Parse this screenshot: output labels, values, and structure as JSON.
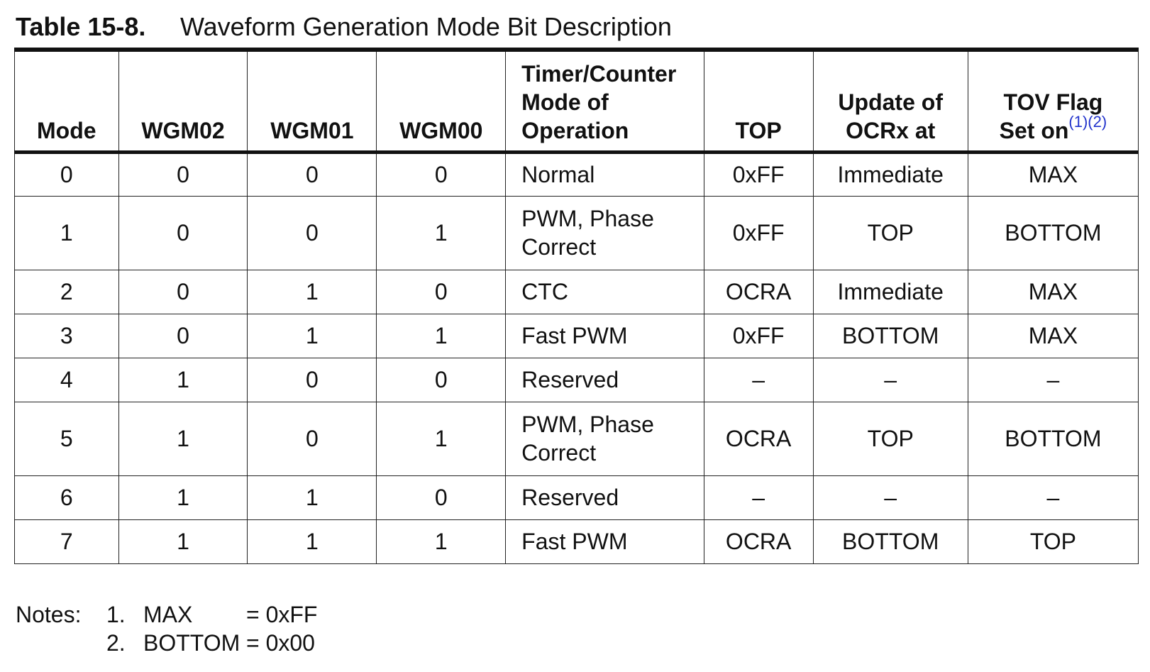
{
  "title": {
    "number": "Table 15-8.",
    "text": "Waveform Generation Mode Bit Description"
  },
  "table": {
    "headers": {
      "mode": "Mode",
      "wgm02": "WGM02",
      "wgm01": "WGM01",
      "wgm00": "WGM00",
      "operation": [
        "Timer/Counter",
        "Mode of",
        "Operation"
      ],
      "top": "TOP",
      "update": [
        "Update of",
        "OCRx at"
      ],
      "tov": [
        "TOV Flag",
        "Set on"
      ],
      "tov_refs": "(1)(2)"
    },
    "rows": [
      {
        "mode": "0",
        "wgm02": "0",
        "wgm01": "0",
        "wgm00": "0",
        "operation": [
          "Normal"
        ],
        "top": "0xFF",
        "update": "Immediate",
        "tov": "MAX"
      },
      {
        "mode": "1",
        "wgm02": "0",
        "wgm01": "0",
        "wgm00": "1",
        "operation": [
          "PWM, Phase",
          "Correct"
        ],
        "top": "0xFF",
        "update": "TOP",
        "tov": "BOTTOM"
      },
      {
        "mode": "2",
        "wgm02": "0",
        "wgm01": "1",
        "wgm00": "0",
        "operation": [
          "CTC"
        ],
        "top": "OCRA",
        "update": "Immediate",
        "tov": "MAX"
      },
      {
        "mode": "3",
        "wgm02": "0",
        "wgm01": "1",
        "wgm00": "1",
        "operation": [
          "Fast PWM"
        ],
        "top": "0xFF",
        "update": "BOTTOM",
        "tov": "MAX"
      },
      {
        "mode": "4",
        "wgm02": "1",
        "wgm01": "0",
        "wgm00": "0",
        "operation": [
          "Reserved"
        ],
        "top": "–",
        "update": "–",
        "tov": "–"
      },
      {
        "mode": "5",
        "wgm02": "1",
        "wgm01": "0",
        "wgm00": "1",
        "operation": [
          "PWM, Phase",
          "Correct"
        ],
        "top": "OCRA",
        "update": "TOP",
        "tov": "BOTTOM"
      },
      {
        "mode": "6",
        "wgm02": "1",
        "wgm01": "1",
        "wgm00": "0",
        "operation": [
          "Reserved"
        ],
        "top": "–",
        "update": "–",
        "tov": "–"
      },
      {
        "mode": "7",
        "wgm02": "1",
        "wgm01": "1",
        "wgm00": "1",
        "operation": [
          "Fast PWM"
        ],
        "top": "OCRA",
        "update": "BOTTOM",
        "tov": "TOP"
      }
    ]
  },
  "notes": {
    "label": "Notes:",
    "items": [
      {
        "num": "1.",
        "key": "MAX",
        "value": "= 0xFF"
      },
      {
        "num": "2.",
        "key": "BOTTOM",
        "value": "= 0x00"
      }
    ]
  }
}
